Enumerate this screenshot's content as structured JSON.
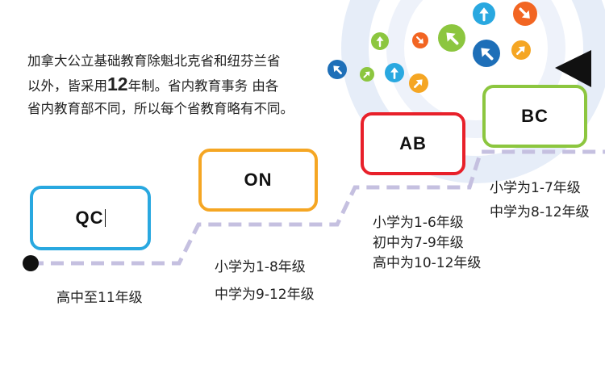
{
  "intro": {
    "line1": "加拿大公立基础教育除魁北克省和纽芬兰省",
    "line2a": "以外，皆采用",
    "line2num": "12",
    "line2b": "年制。省内教育事务 由各",
    "line3": "省内教育部不同，所以每个省教育略有不同。"
  },
  "provinces": [
    {
      "code": "QC",
      "color": "#29a8e0",
      "notes": [
        "高中至11年级"
      ]
    },
    {
      "code": "ON",
      "color": "#f5a623",
      "notes": [
        "小学为1-8年级",
        "中学为9-12年级"
      ]
    },
    {
      "code": "AB",
      "color": "#e8202a",
      "notes": [
        "小学为1-6年级",
        "初中为7-9年级",
        "高中为10-12年级"
      ]
    },
    {
      "code": "BC",
      "color": "#8cc63f",
      "notes": [
        "小学为1-7年级",
        "中学为8-12年级"
      ]
    }
  ],
  "colors": {
    "path": "#c5c0e0",
    "dot": "#111111",
    "ring": "#e6edf8",
    "arrow_colors": [
      "#29a8e0",
      "#f26522",
      "#8cc63f",
      "#f5a623",
      "#1e6fb8"
    ]
  },
  "icons": [
    "arrow-up-icon",
    "arrow-down-right-icon",
    "arrow-up-left-icon",
    "arrow-up-right-icon",
    "play-left-icon"
  ]
}
